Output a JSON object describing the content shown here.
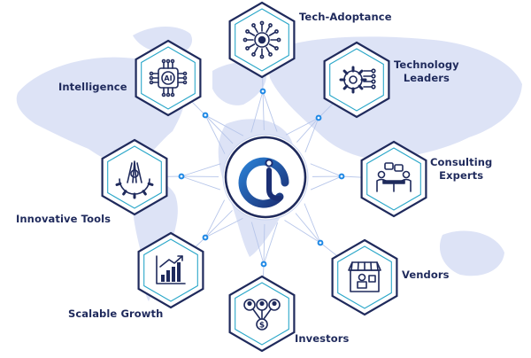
{
  "colors": {
    "navy": "#1f2a5c",
    "accent": "#1e88e5",
    "teal": "#2aa7c9",
    "map": "#dde3f6"
  },
  "hub": {
    "logo_icon": "ai-logo-icon"
  },
  "nodes": [
    {
      "id": "tech-adoptance",
      "label": "Tech-Adoptance",
      "icon": "circuit-chip-icon"
    },
    {
      "id": "technology-leaders",
      "label": "Technology\nLeaders",
      "icon": "gear-circuit-icon"
    },
    {
      "id": "consulting-experts",
      "label": "Consulting\nExperts",
      "icon": "meeting-icon"
    },
    {
      "id": "vendors",
      "label": "Vendors",
      "icon": "storefront-icon"
    },
    {
      "id": "investors",
      "label": "Investors",
      "icon": "investors-network-icon"
    },
    {
      "id": "scalable-growth",
      "label": "Scalable Growth",
      "icon": "growth-chart-icon"
    },
    {
      "id": "innovative-tools",
      "label": "Innovative Tools",
      "icon": "gear-tools-icon"
    },
    {
      "id": "intelligence",
      "label": "Intelligence",
      "icon": "ai-chip-icon"
    }
  ]
}
